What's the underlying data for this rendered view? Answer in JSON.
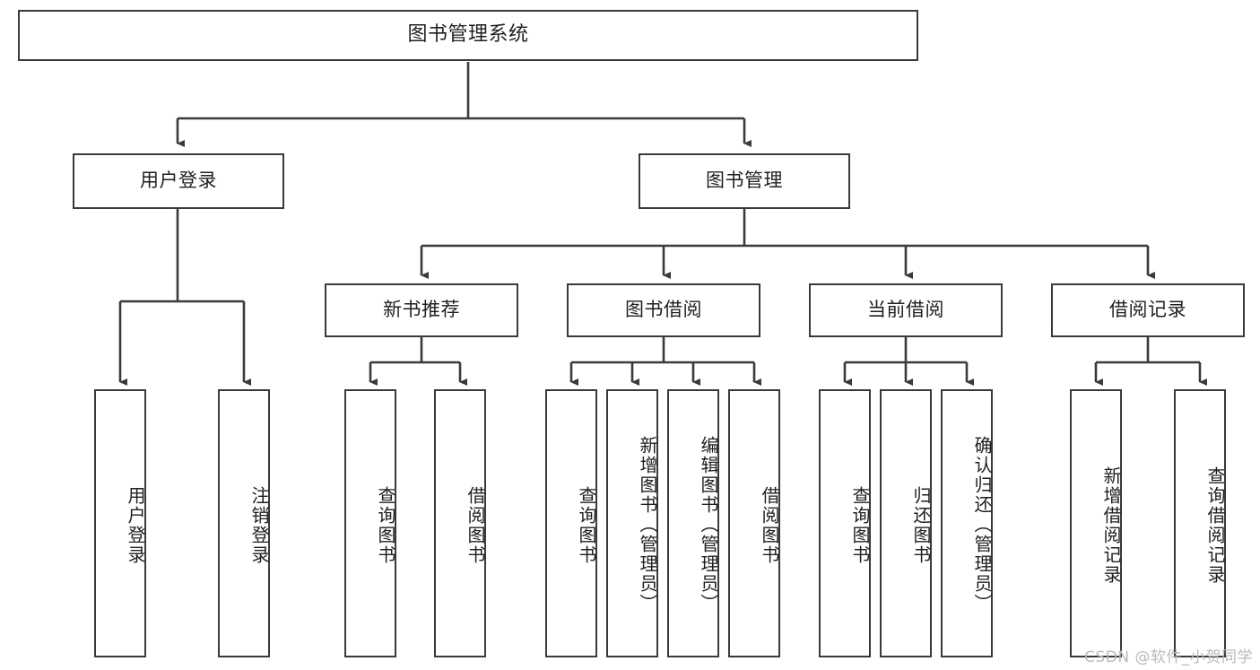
{
  "diagram": {
    "title": "图书管理系统",
    "type": "tree-hierarchy-chart",
    "root": {
      "label": "图书管理系统"
    },
    "level2": [
      {
        "label": "用户登录"
      },
      {
        "label": "图书管理"
      }
    ],
    "level3": [
      {
        "label": "新书推荐"
      },
      {
        "label": "图书借阅"
      },
      {
        "label": "当前借阅"
      },
      {
        "label": "借阅记录"
      }
    ],
    "leaves": {
      "user_login": [
        {
          "label": "用户登录"
        },
        {
          "label": "注销登录"
        }
      ],
      "new_book_recommend": [
        {
          "label": "查询图书"
        },
        {
          "label": "借阅图书"
        }
      ],
      "book_borrow": [
        {
          "label": "查询图书"
        },
        {
          "label": "新增图书（管理员）"
        },
        {
          "label": "编辑图书（管理员）"
        },
        {
          "label": "借阅图书"
        }
      ],
      "current_borrow": [
        {
          "label": "查询图书"
        },
        {
          "label": "归还图书"
        },
        {
          "label": "确认归还（管理员）"
        }
      ],
      "borrow_record": [
        {
          "label": "新增借阅记录"
        },
        {
          "label": "查询借阅记录"
        }
      ]
    }
  },
  "watermark": {
    "text": "CSDN @软件_小贺同学"
  },
  "colors": {
    "stroke": "#3a3a3a",
    "background": "#ffffff",
    "text": "#1f1f1f",
    "watermark": "#b9b9b9"
  }
}
